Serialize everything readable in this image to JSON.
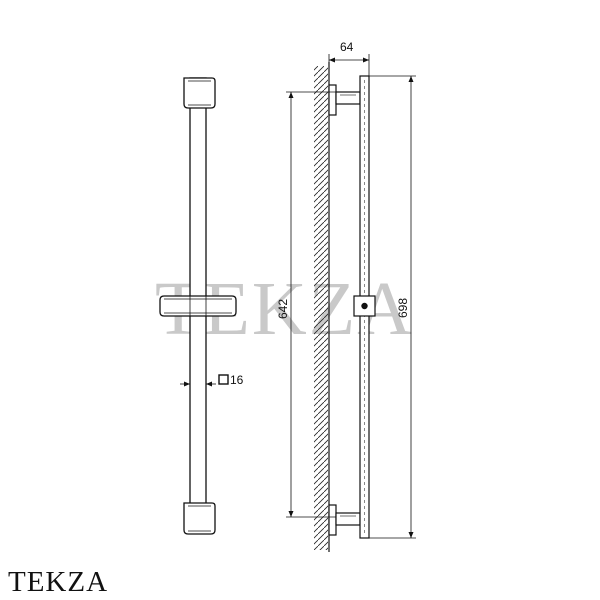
{
  "watermark": "TEKZA",
  "brand": "TEKZA",
  "dimensions": {
    "depth": "64",
    "bracket_span": "642",
    "total_length": "698",
    "bar_section": "16"
  }
}
